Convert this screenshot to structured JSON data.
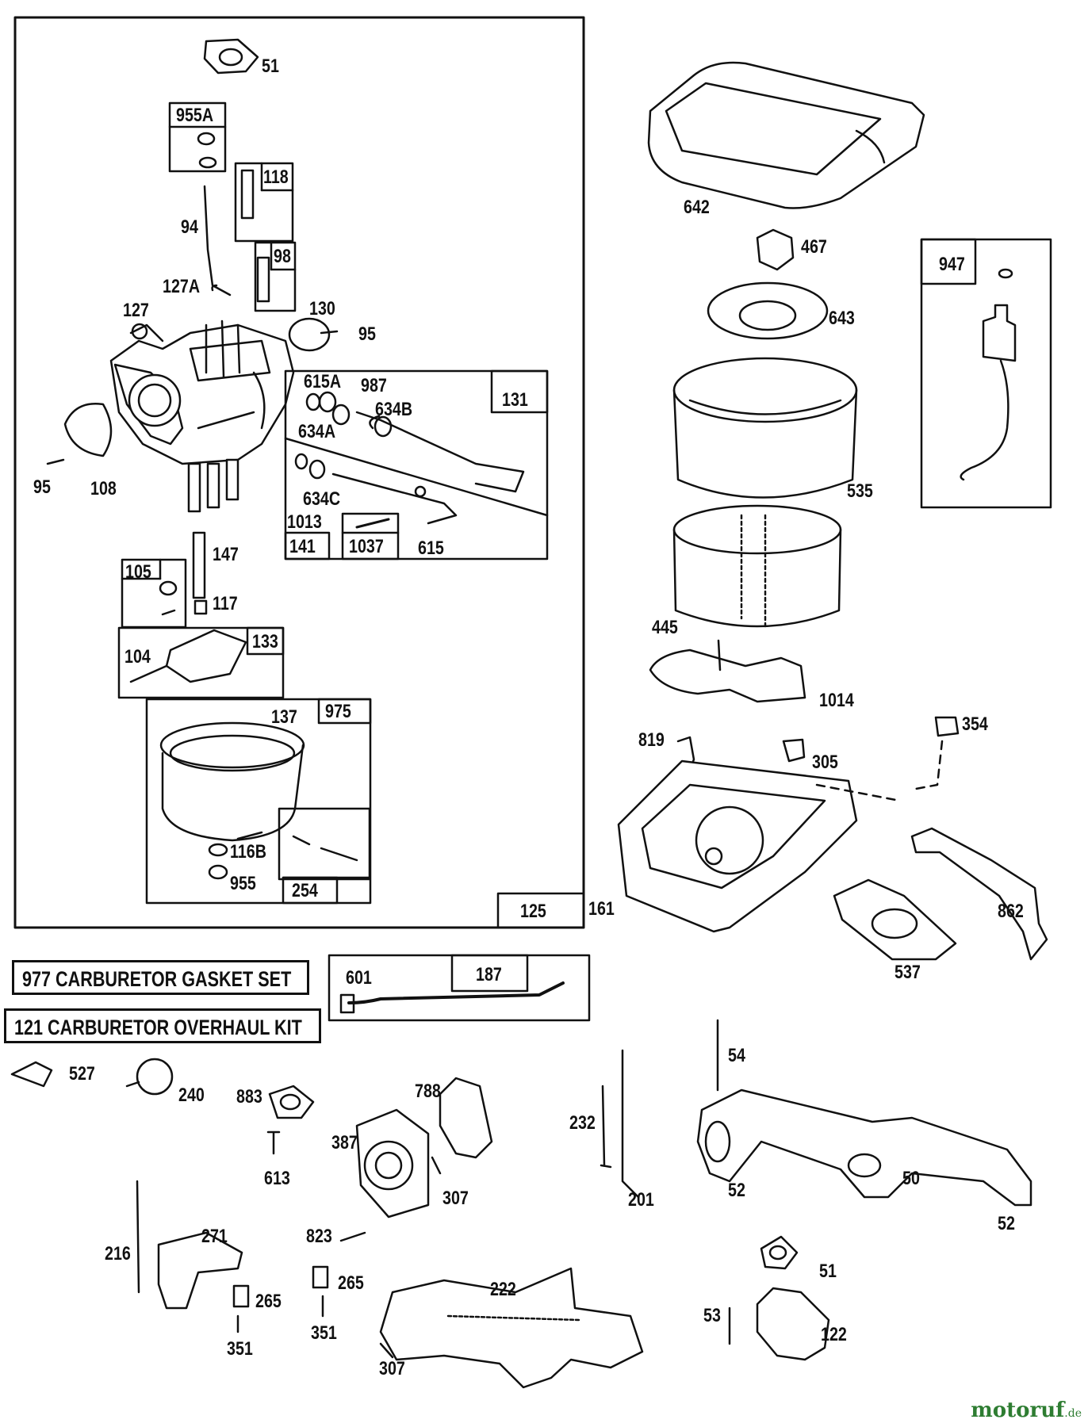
{
  "diagram": {
    "labels": {
      "p51a": "51",
      "p955A": "955A",
      "p118": "118",
      "p94": "94",
      "p98": "98",
      "p127A": "127A",
      "p127": "127",
      "p130": "130",
      "p95a": "95",
      "p95b": "95",
      "p108": "108",
      "p615A": "615A",
      "p987": "987",
      "p634B": "634B",
      "p634A": "634A",
      "p131": "131",
      "p634C": "634C",
      "p1013": "1013",
      "p141": "141",
      "p1037": "1037",
      "p615": "615",
      "p147": "147",
      "p105": "105",
      "p117": "117",
      "p104": "104",
      "p133": "133",
      "p137": "137",
      "p975": "975",
      "p116B": "116B",
      "p955": "955",
      "p254": "254",
      "p125": "125",
      "p642": "642",
      "p467": "467",
      "p947": "947",
      "p643": "643",
      "p535": "535",
      "p445": "445",
      "p1014": "1014",
      "p819": "819",
      "p305": "305",
      "p354": "354",
      "p161": "161",
      "p862": "862",
      "p537": "537",
      "p601": "601",
      "p187": "187",
      "p527": "527",
      "p240": "240",
      "p883": "883",
      "p613": "613",
      "p788": "788",
      "p387": "387",
      "p307a": "307",
      "p232": "232",
      "p201": "201",
      "p54": "54",
      "p52a": "52",
      "p50": "50",
      "p52b": "52",
      "p216": "216",
      "p271": "271",
      "p265a": "265",
      "p351a": "351",
      "p823": "823",
      "p265b": "265",
      "p351b": "351",
      "p222": "222",
      "p307b": "307",
      "p51b": "51",
      "p53": "53",
      "p122": "122"
    },
    "kits": {
      "gasket": "977  CARBURETOR GASKET SET",
      "overhaul": "121  CARBURETOR OVERHAUL KIT"
    },
    "watermark": {
      "name": "motoruf",
      "suffix": ".de"
    }
  }
}
